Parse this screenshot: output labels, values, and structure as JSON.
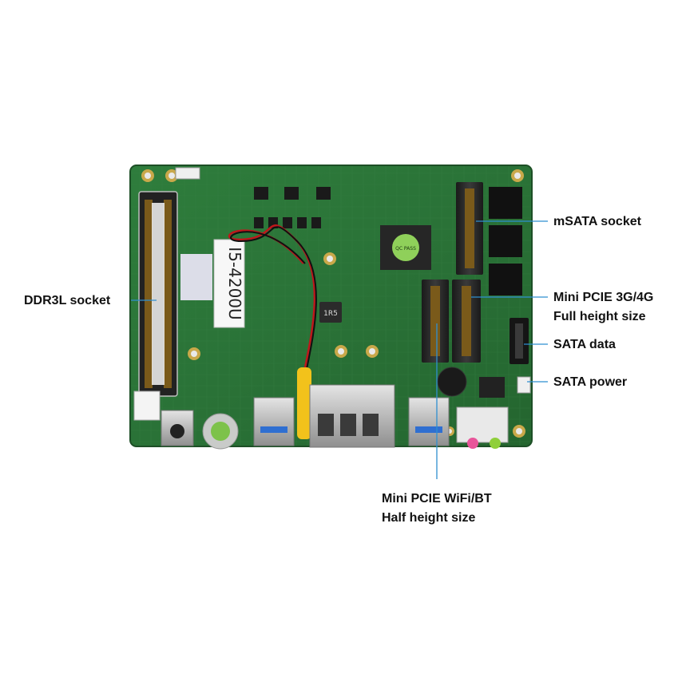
{
  "board": {
    "cpu_sticker_text": "I5-4200U",
    "inductor_marking": "1R5",
    "qc_sticker_text": "QC PASS",
    "colors": {
      "pcb": "#2f7a3c",
      "pcb_dark": "#1f5a2a",
      "silver": "#c8c8c8",
      "gold": "#d8b23a",
      "usb_blue": "#2f6fd1",
      "audio_pink": "#e8559a",
      "audio_green": "#8fcf3a",
      "battery_cap": "#1a1a1a",
      "sata_black": "#151515",
      "cable_red": "#c0161b",
      "heat_shrink_yellow": "#f2c21b"
    }
  },
  "callouts": {
    "ddr3l": "DDR3L socket",
    "msata": "mSATA socket",
    "mini_pcie_3g_line1": "Mini PCIE 3G/4G",
    "mini_pcie_3g_line2": "Full height size",
    "sata_data": "SATA data",
    "sata_power": "SATA power",
    "mini_pcie_wifi_line1": "Mini PCIE WiFi/BT",
    "mini_pcie_wifi_line2": "Half height size"
  }
}
